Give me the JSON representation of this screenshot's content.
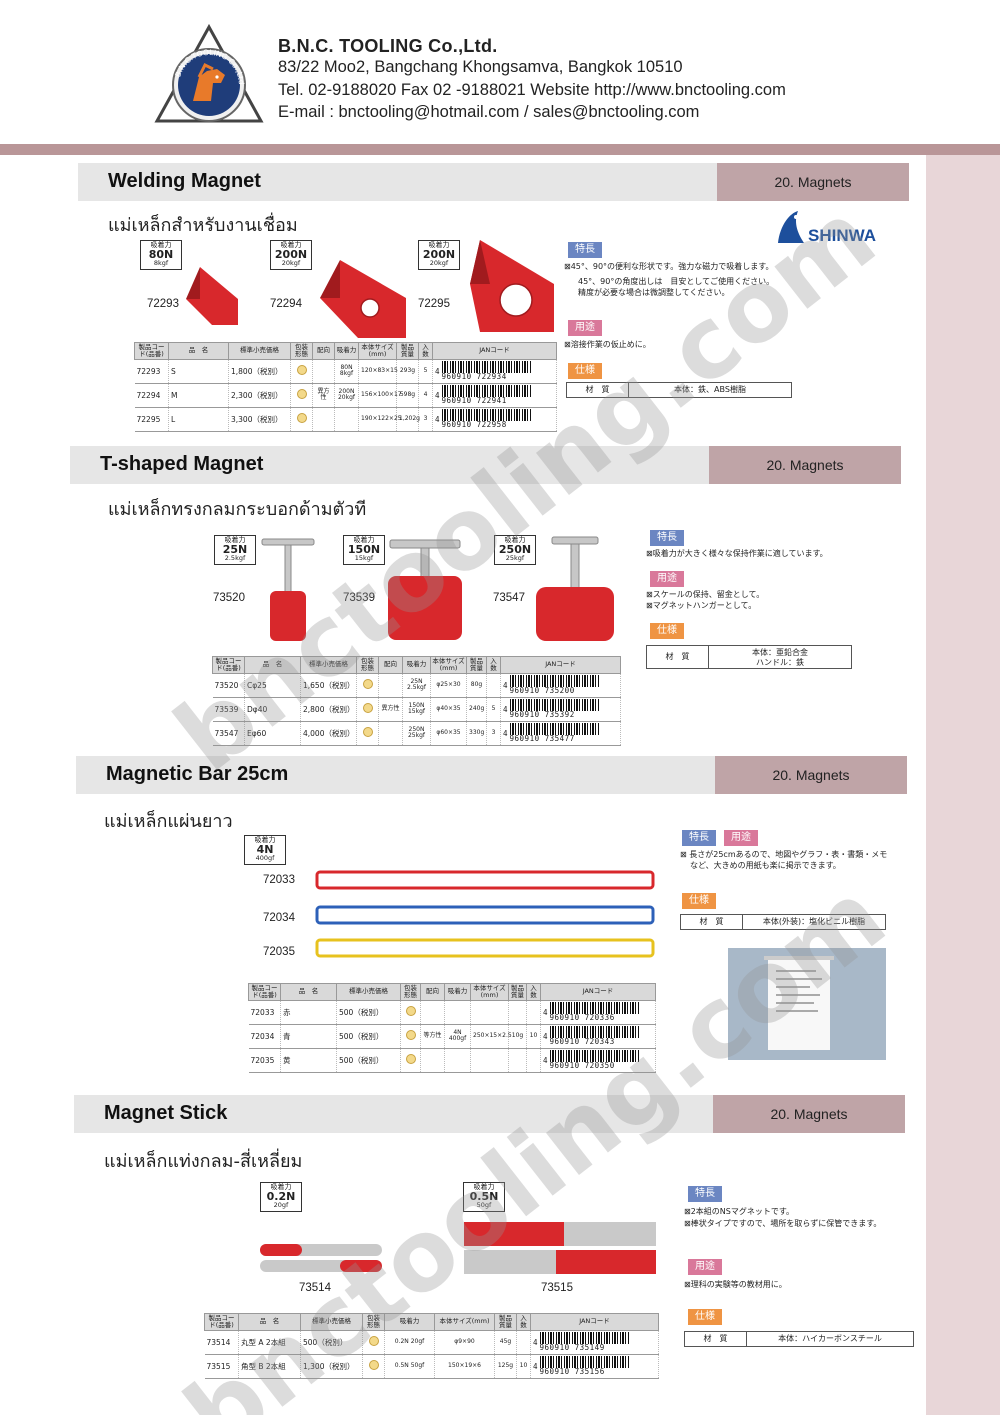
{
  "header": {
    "company": "B.N.C. TOOLING Co.,Ltd.",
    "address": "83/22 Moo2, Bangchang Khongsamva, Bangkok 10510",
    "contact": "Tel. 02-9188020 Fax 02 -9188021 Website http://www.bnctooling.com",
    "email": "E-mail : bnctooling@hotmail.com / sales@bnctooling.com",
    "logo_text": "B.N.C.TOOLING Co.,Ltd."
  },
  "brand": "SHINWA",
  "watermark": "bnctooling.com",
  "colors": {
    "accent": "#bfa4a7",
    "strip": "#e8d6d8",
    "red": "#d8282c"
  },
  "labels": {
    "kyuchaku": "吸着力",
    "features": "特長",
    "usage": "用途",
    "spec": "仕様",
    "material": "材　質",
    "cols": {
      "code": "製品コード(品番)",
      "name": "品　名",
      "price": "標準小売価格",
      "pack": "包装形態",
      "orient": "配向",
      "force": "吸着力",
      "size": "本体サイズ(mm)",
      "weight": "製品質量",
      "qty": "入数",
      "jan": "JANコード"
    }
  },
  "sections": [
    {
      "title": "Welding Magnet",
      "category": "20. Magnets",
      "thai": "แม่เหล็กสำหรับงานเชื่อม",
      "products": [
        {
          "code": "72293",
          "force_n": "80N",
          "force_kgf": "8kgf"
        },
        {
          "code": "72294",
          "force_n": "200N",
          "force_kgf": "20kgf"
        },
        {
          "code": "72295",
          "force_n": "200N",
          "force_kgf": "20kgf"
        }
      ],
      "features": "⊠45°、90°の便利な形状です。強力な磁力で吸着します。",
      "features_note1": "45°、90°の角度出しは　目安としてご使用ください。",
      "features_note2": "精度が必要な場合は微調整してください。",
      "usage": "⊠溶接作業の仮止めに。",
      "material": "本体：鉄、ABS樹脂",
      "rows": [
        {
          "code": "72293",
          "name": "S",
          "price": "1,800（税別）",
          "orient": "",
          "force": "80N 8kgf",
          "size": "120×83×15",
          "weight": "293g",
          "qty": "5",
          "jan_lead": "4",
          "jan": "960910 722934"
        },
        {
          "code": "72294",
          "name": "M",
          "price": "2,300（税別）",
          "orient": "異方性",
          "force": "200N 20kgf",
          "size": "156×100×17",
          "weight": "598g",
          "qty": "4",
          "jan_lead": "4",
          "jan": "960910 722941"
        },
        {
          "code": "72295",
          "name": "L",
          "price": "3,300（税別）",
          "orient": "",
          "force": "",
          "size": "190×122×25",
          "weight": "1,202g",
          "qty": "3",
          "jan_lead": "4",
          "jan": "960910 722958"
        }
      ]
    },
    {
      "title": "T-shaped Magnet",
      "category": "20. Magnets",
      "thai": "แม่เหล็กทรงกลมกระบอกด้ามตัวที",
      "products": [
        {
          "code": "73520",
          "force_n": "25N",
          "force_kgf": "2.5kgf"
        },
        {
          "code": "73539",
          "force_n": "150N",
          "force_kgf": "15kgf"
        },
        {
          "code": "73547",
          "force_n": "250N",
          "force_kgf": "25kgf"
        }
      ],
      "features": "⊠吸着力が大きく様々な保持作業に適しています。",
      "usage1": "⊠スケールの保持、留金として。",
      "usage2": "⊠マグネットハンガーとして。",
      "material1": "本体：亜鉛合金",
      "material2": "ハンドル：鉄",
      "rows": [
        {
          "code": "73520",
          "name": "Cφ25",
          "price": "1,650（税別）",
          "orient": "",
          "force": "25N 2.5kgf",
          "size": "φ25×30",
          "weight": "80g",
          "qty": "",
          "jan_lead": "4",
          "jan": "960910 735200"
        },
        {
          "code": "73539",
          "name": "Dφ40",
          "price": "2,800（税別）",
          "orient": "異方性",
          "force": "150N 15kgf",
          "size": "φ40×35",
          "weight": "240g",
          "qty": "5",
          "jan_lead": "4",
          "jan": "960910 735392"
        },
        {
          "code": "73547",
          "name": "Eφ60",
          "price": "4,000（税別）",
          "orient": "",
          "force": "250N 25kgf",
          "size": "φ60×35",
          "weight": "330g",
          "qty": "3",
          "jan_lead": "4",
          "jan": "960910 735477"
        }
      ]
    },
    {
      "title": "Magnetic Bar 25cm",
      "category": "20. Magnets",
      "thai": "แม่เหล็กแผ่นยาว",
      "products": [
        {
          "code": "72033",
          "force_n": "4N",
          "force_kgf": "400gf"
        },
        {
          "code": "72034"
        },
        {
          "code": "72035"
        }
      ],
      "features": "⊠ 長さが25cmあるので、地図やグラフ・表・書類・メモ",
      "features2": "など、大きめの用紙も楽に掲示できます。",
      "material": "本体(外装)：塩化ビニル樹脂",
      "rows": [
        {
          "code": "72033",
          "name": "赤",
          "price": "500（税別）",
          "orient": "",
          "force": "",
          "size": "",
          "weight": "",
          "qty": "",
          "jan_lead": "4",
          "jan": "960910 720336"
        },
        {
          "code": "72034",
          "name": "青",
          "price": "500（税別）",
          "orient": "等方性",
          "force": "4N 400gf",
          "size": "250×15×2.5",
          "weight": "10g",
          "qty": "10",
          "jan_lead": "4",
          "jan": "960910 720343"
        },
        {
          "code": "72035",
          "name": "黄",
          "price": "500（税別）",
          "orient": "",
          "force": "",
          "size": "",
          "weight": "",
          "qty": "",
          "jan_lead": "4",
          "jan": "960910 720350"
        }
      ]
    },
    {
      "title": "Magnet Stick",
      "category": "20. Magnets",
      "thai": "แม่เหล็กแท่งกลม-สี่เหลี่ยม",
      "products": [
        {
          "code": "73514",
          "force_n": "0.2N",
          "force_kgf": "20gf"
        },
        {
          "code": "73515",
          "force_n": "0.5N",
          "force_kgf": "50gf"
        }
      ],
      "features1": "⊠2本組のNSマグネットです。",
      "features2": "⊠棒状タイプですので、場所を取らずに保管できます。",
      "usage": "⊠理科の実験等の教材用に。",
      "material": "本体：ハイカーボンスチール",
      "rows": [
        {
          "code": "73514",
          "name": "丸型 A 2本組",
          "price": "500（税別）",
          "force": "0.2N 20gf",
          "size": "φ9×90",
          "weight": "45g",
          "qty": "",
          "jan_lead": "4",
          "jan": "960910 735149"
        },
        {
          "code": "73515",
          "name": "角型 B 2本組",
          "price": "1,300（税別）",
          "force": "0.5N 50gf",
          "size": "150×19×6",
          "weight": "125g",
          "qty": "10",
          "jan_lead": "4",
          "jan": "960910 735156"
        }
      ]
    }
  ]
}
